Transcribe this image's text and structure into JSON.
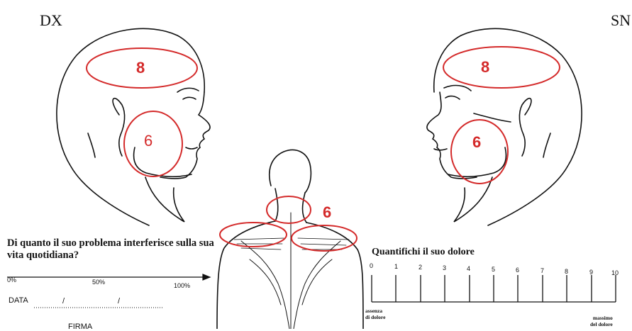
{
  "labels": {
    "right_side": "DX",
    "left_side": "SN"
  },
  "pain_ratings": {
    "right_forehead": "8",
    "right_jaw": "6",
    "left_forehead": "8",
    "left_jaw": "6",
    "neck_shoulders": "6"
  },
  "interference": {
    "question": "Di quanto il suo problema interferisce sulla sua vita quotidiana?",
    "question_line1": "Di quanto il suo problema interferisce sulla sua",
    "question_line2": "vita quotidiana?",
    "scale_start": "0%",
    "scale_mid": "50%",
    "scale_end": "100%",
    "date_label": "DATA",
    "date_sep1": "/",
    "date_sep2": "/",
    "signature_label": "FIRMA"
  },
  "pain_scale": {
    "title": "Quantifichi il suo dolore",
    "ticks": [
      "0",
      "1",
      "2",
      "3",
      "4",
      "5",
      "6",
      "7",
      "8",
      "9",
      "10"
    ],
    "min_label_line1": "assenza",
    "min_label_line2": "di dolore",
    "max_label_line1": "massimo",
    "max_label_line2": "del dolore"
  },
  "colors": {
    "annotation_red": "#d42a2a",
    "ink": "#111111"
  }
}
